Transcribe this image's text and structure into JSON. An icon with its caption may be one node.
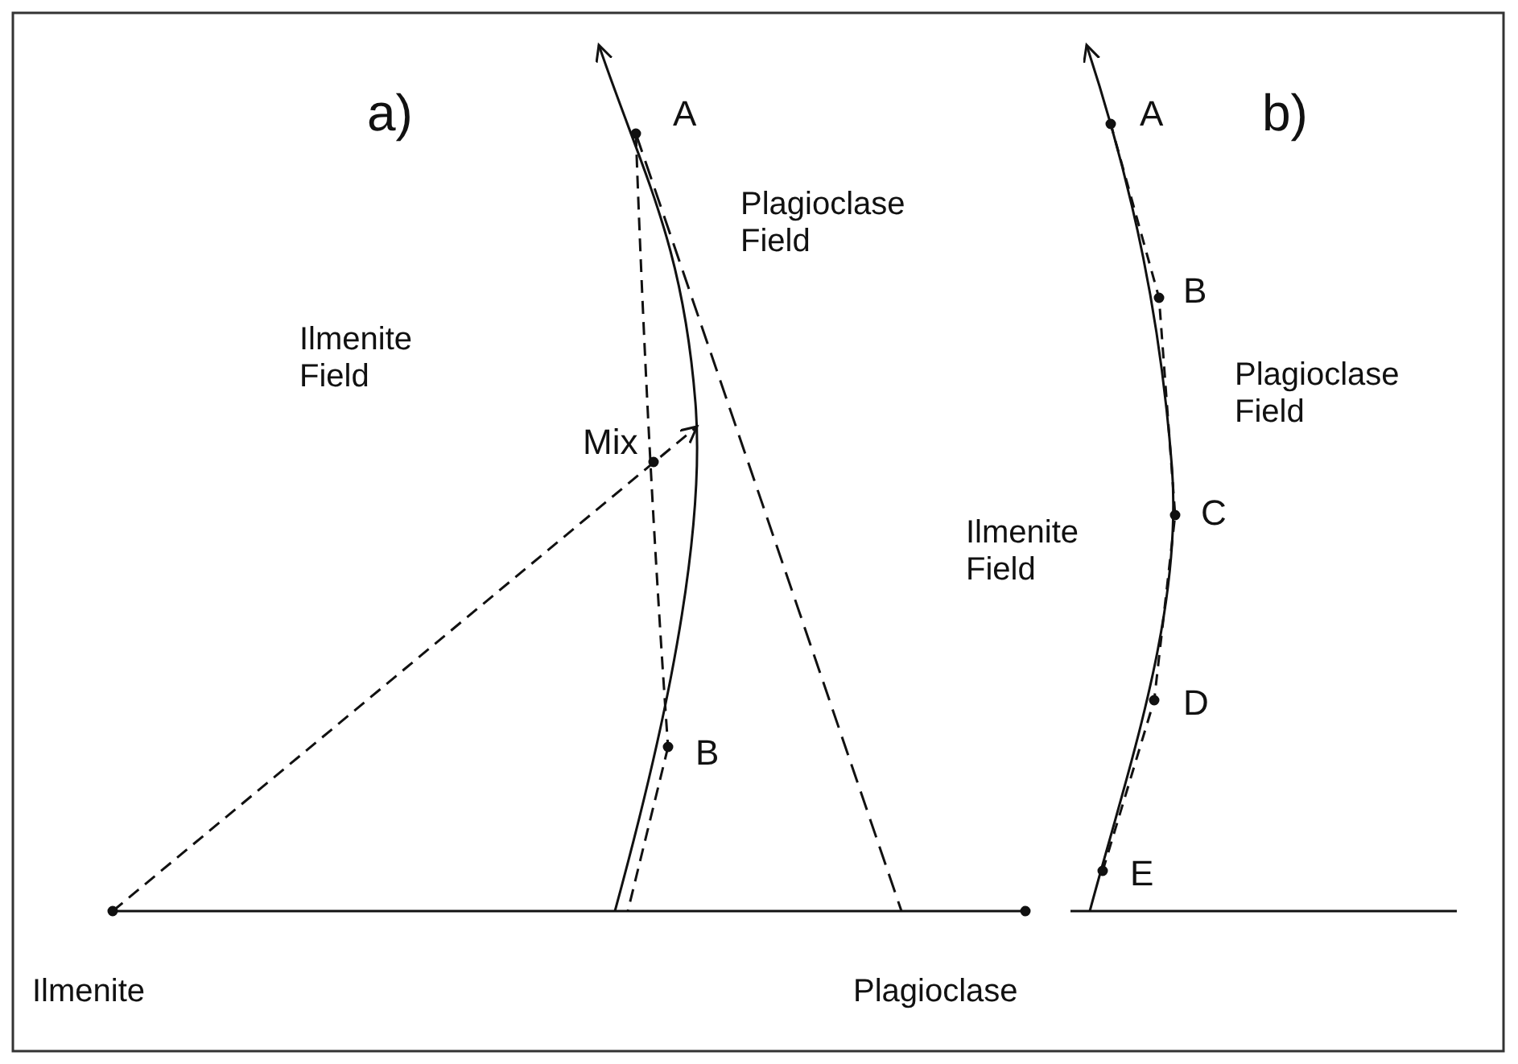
{
  "diagram": {
    "labels": [
      "A",
      "a)",
      "A",
      "b)",
      "Plagioclase Field",
      "B",
      "Plagioclase Field",
      "Ilmenite Field",
      "Mix",
      "C",
      "Ilmenite Field",
      "B",
      "D",
      "E",
      "Ilmenite",
      "Plagioclase"
    ]
  }
}
